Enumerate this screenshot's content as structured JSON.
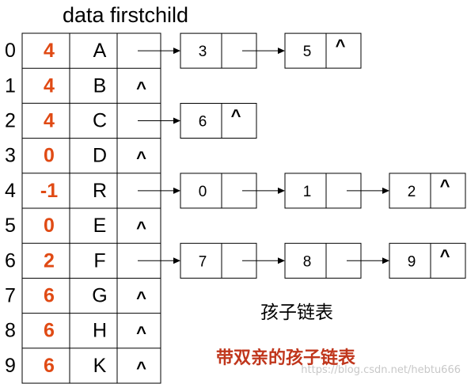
{
  "diagram": {
    "header_label": "data firstchild",
    "rows": [
      {
        "index": "0",
        "parent": "4",
        "data": "A",
        "firstchild": ""
      },
      {
        "index": "1",
        "parent": "4",
        "data": "B",
        "firstchild": "^"
      },
      {
        "index": "2",
        "parent": "4",
        "data": "C",
        "firstchild": ""
      },
      {
        "index": "3",
        "parent": "0",
        "data": "D",
        "firstchild": "^"
      },
      {
        "index": "4",
        "parent": "-1",
        "data": "R",
        "firstchild": ""
      },
      {
        "index": "5",
        "parent": "0",
        "data": "E",
        "firstchild": "^"
      },
      {
        "index": "6",
        "parent": "2",
        "data": "F",
        "firstchild": ""
      },
      {
        "index": "7",
        "parent": "6",
        "data": "G",
        "firstchild": "^"
      },
      {
        "index": "8",
        "parent": "6",
        "data": "H",
        "firstchild": "^"
      },
      {
        "index": "9",
        "parent": "6",
        "data": "K",
        "firstchild": "^"
      }
    ],
    "child_lists": [
      {
        "row": 0,
        "nodes": [
          {
            "child": "3",
            "next": ""
          },
          {
            "child": "5",
            "next": "^"
          }
        ]
      },
      {
        "row": 2,
        "nodes": [
          {
            "child": "6",
            "next": "^"
          }
        ]
      },
      {
        "row": 4,
        "nodes": [
          {
            "child": "0",
            "next": ""
          },
          {
            "child": "1",
            "next": ""
          },
          {
            "child": "2",
            "next": "^"
          }
        ]
      },
      {
        "row": 6,
        "nodes": [
          {
            "child": "7",
            "next": ""
          },
          {
            "child": "8",
            "next": ""
          },
          {
            "child": "9",
            "next": "^"
          }
        ]
      }
    ],
    "caption": "孩子链表",
    "title": "带双亲的孩子链表",
    "watermark": "https://blog.csdn.net/hebtu666",
    "colors": {
      "parent_text": "#e04a14",
      "title_text": "#c0361c",
      "line": "#000000",
      "watermark": "#c8c8c8"
    }
  }
}
